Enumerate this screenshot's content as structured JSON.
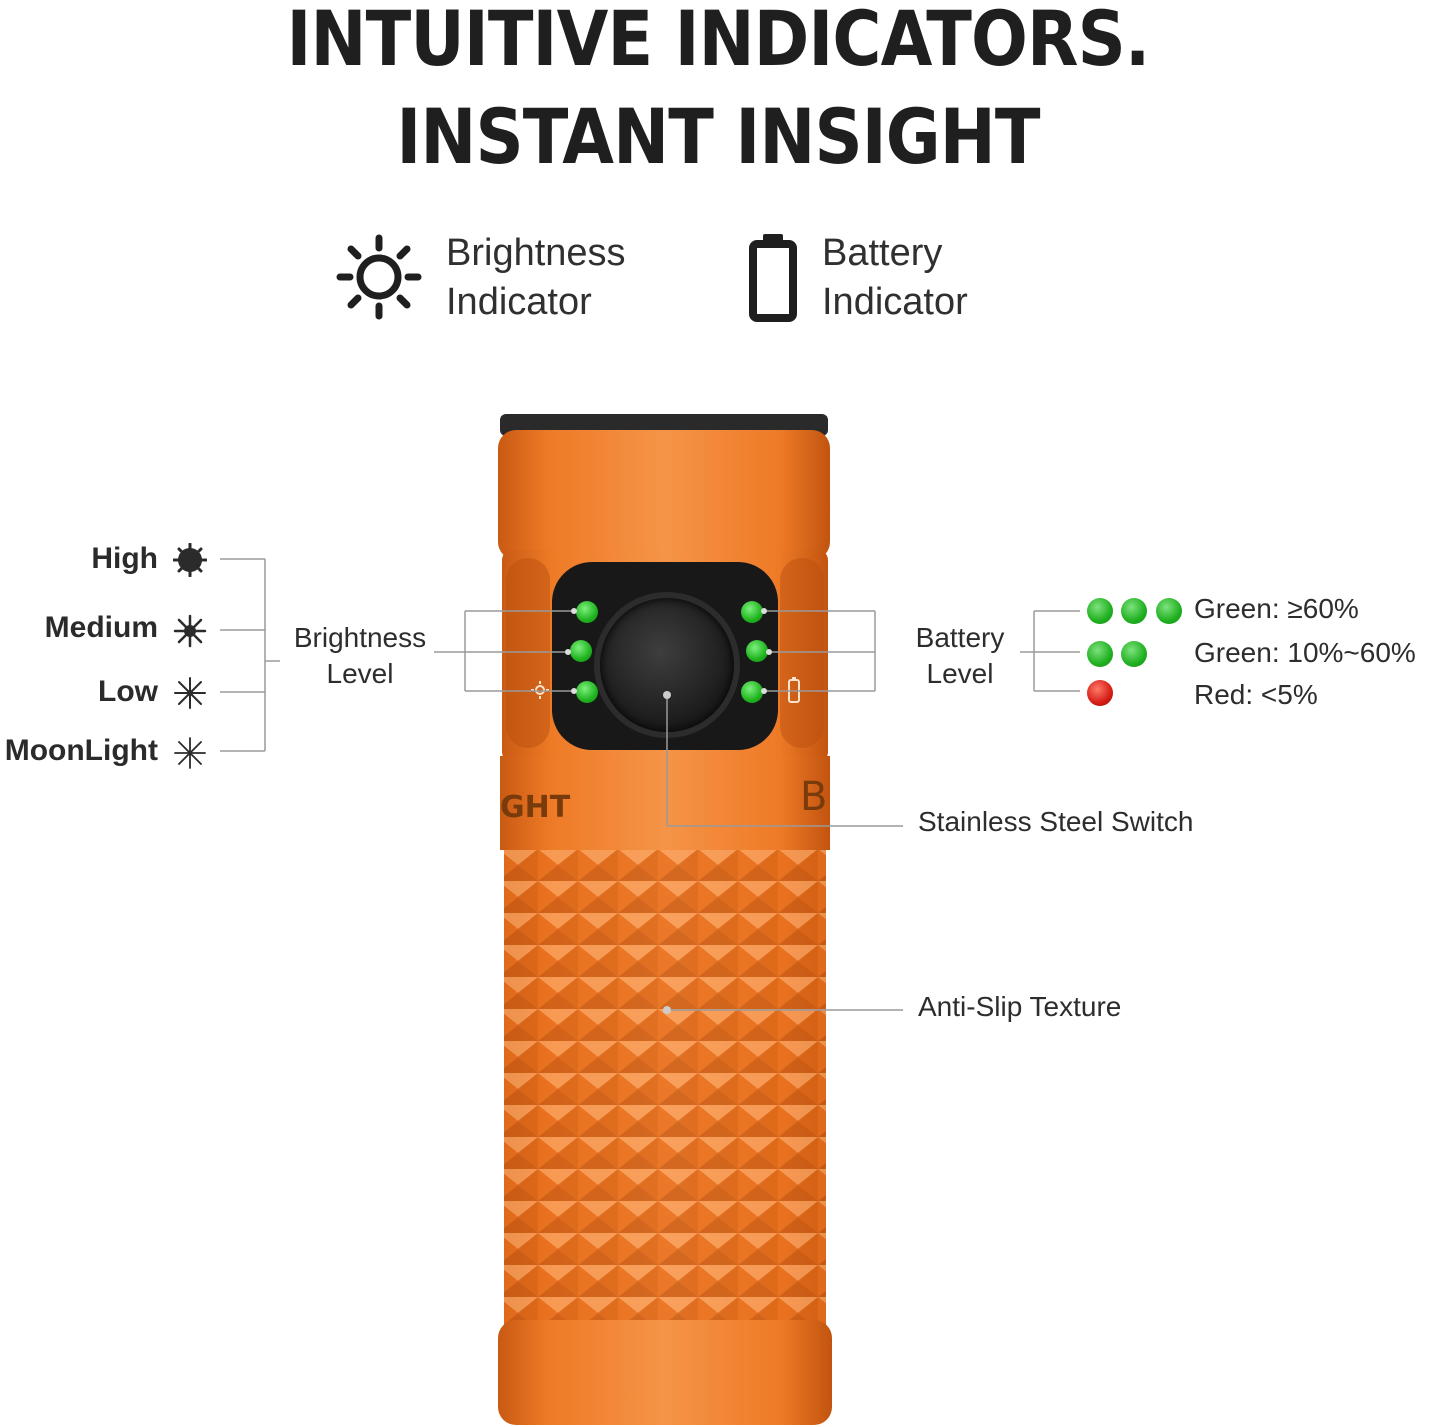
{
  "title": {
    "line1": "INTUITIVE INDICATORS.",
    "line2": "INSTANT INSIGHT"
  },
  "header_indicators": [
    {
      "icon": "sun-icon",
      "line1": "Brightness",
      "line2": "Indicator"
    },
    {
      "icon": "battery-icon",
      "line1": "Battery",
      "line2": "Indicator"
    }
  ],
  "brightness_modes": [
    {
      "label": "High",
      "icon": "high-mode-icon"
    },
    {
      "label": "Medium",
      "icon": "medium-mode-icon"
    },
    {
      "label": "Low",
      "icon": "low-mode-icon"
    },
    {
      "label": "MoonLight",
      "icon": "moonlight-mode-icon"
    }
  ],
  "brightness_level": {
    "line1": "Brightness",
    "line2": "Level"
  },
  "battery_level": {
    "line1": "Battery",
    "line2": "Level"
  },
  "battery_legend": [
    {
      "dots": 3,
      "color": "green",
      "label": "Green: ≥60%"
    },
    {
      "dots": 2,
      "color": "green",
      "label": "Green: 10%~60%"
    },
    {
      "dots": 1,
      "color": "red",
      "label": "Red: <5%"
    }
  ],
  "callouts": {
    "switch": "Stainless Steel Switch",
    "texture": "Anti-Slip Texture"
  },
  "engraving": {
    "brand": "GHT",
    "model": "Ba"
  },
  "colors": {
    "body": "#ee7a26",
    "led_green": "#1fb31f",
    "led_red": "#d51d15",
    "text": "#2b2b2b"
  }
}
